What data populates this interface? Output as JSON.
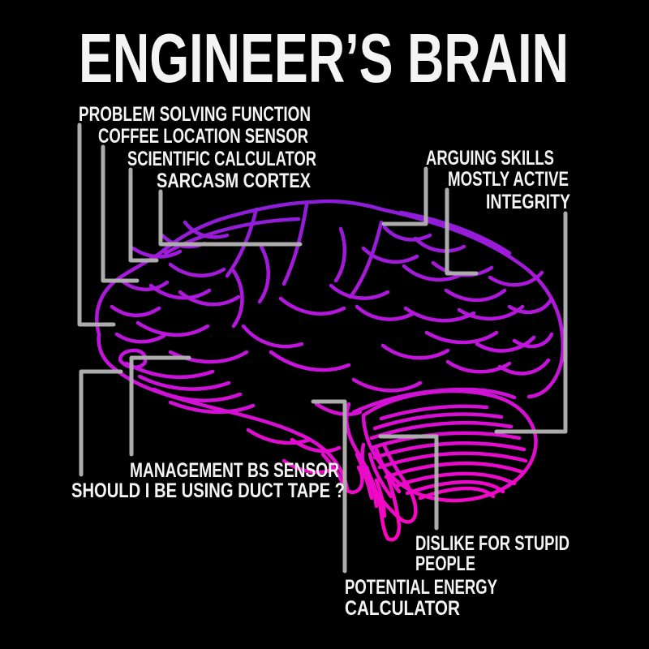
{
  "title": "ENGINEER’S BRAIN",
  "labels": {
    "problem_solving": "PROBLEM SOLVING FUNCTION",
    "coffee": "COFFEE LOCATION SENSOR",
    "scientific": "SCIENTIFIC CALCULATOR",
    "sarcasm": "SARCASM CORTEX",
    "arguing": "ARGUING SKILLS",
    "mostly_active": "MOSTLY ACTIVE",
    "integrity": "INTEGRITY",
    "management": "MANAGEMENT BS SENSOR",
    "duct_tape": "SHOULD I BE USING DUCT TAPE ?",
    "dislike_line1": "DISLIKE FOR STUPID",
    "dislike_line2": "PEOPLE",
    "potential_line1": "POTENTIAL ENERGY",
    "potential_line2": "CALCULATOR"
  },
  "colors": {
    "background": "#000000",
    "text": "#f4f4f4",
    "leader_line": "#acacac",
    "brain_top": "#8a1ed8",
    "brain_mid": "#c414de",
    "brain_bottom": "#ff04be"
  }
}
